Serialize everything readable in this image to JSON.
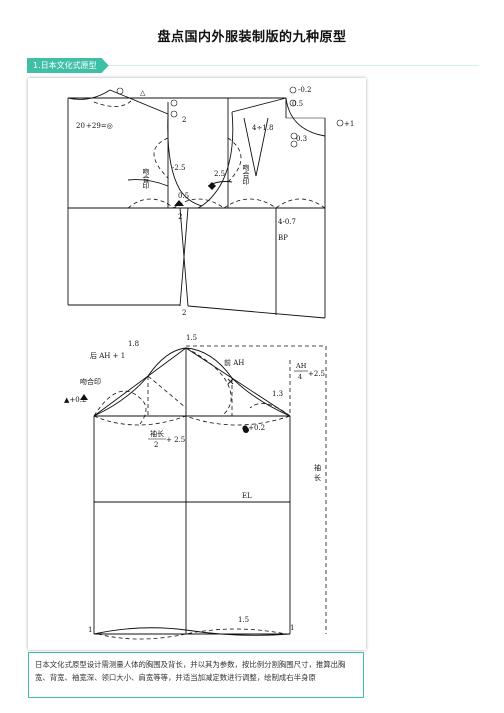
{
  "page": {
    "title": "盘点国内外服装制版的九种原型",
    "section_label": "1.日本文化式原型",
    "caption": "日本文化式原型设计需测量人体的胸围及背长，并以其为参数，按比例分割胸围尺寸，推算出胸宽、背宽、袖宽深、领口大小、肩宽等等，并适当加减定数进行调整，绘制成右半身原"
  },
  "bodice_labels": {
    "neck_back": "20",
    "neck_formula": "+29=◎",
    "triangle_mark": "△",
    "left_side_2": "2",
    "darts_4": "4÷1.8",
    "top_right_02": "-0.2",
    "neck_right_05": "0.5",
    "circle_plus_1": "+1",
    "neck_03": "0.3",
    "armhole_match": "吻合印",
    "minus_25": "-2.5",
    "dot_05": "0.5",
    "plus_25": "2.5",
    "match_right": "吻合印",
    "bp_07": "4-0.7",
    "bp": "BP",
    "bottom_2": "2",
    "left_minus2": "2"
  },
  "sleeve_labels": {
    "top_15": "1.5",
    "back_ah": "后 AH + 1",
    "front_ah": "前 AH",
    "top_18": "1.8",
    "ah_fraction_top": "AH",
    "ah_fraction_bottom": "4",
    "ah_plus": "+2.5",
    "match_mark": "吻合印",
    "tri_plus": "▲+0.2",
    "value_13": "1.3",
    "dot_plus": "●+0.2",
    "sleeve_len_top": "袖长",
    "sleeve_len_bottom": "2",
    "sleeve_plus": "+ 2.5",
    "el": "EL",
    "vertical_len_1": "袖",
    "vertical_len_2": "长",
    "bottom_1_left": "1",
    "bottom_1_right": "1",
    "bottom_15": "1.5"
  }
}
